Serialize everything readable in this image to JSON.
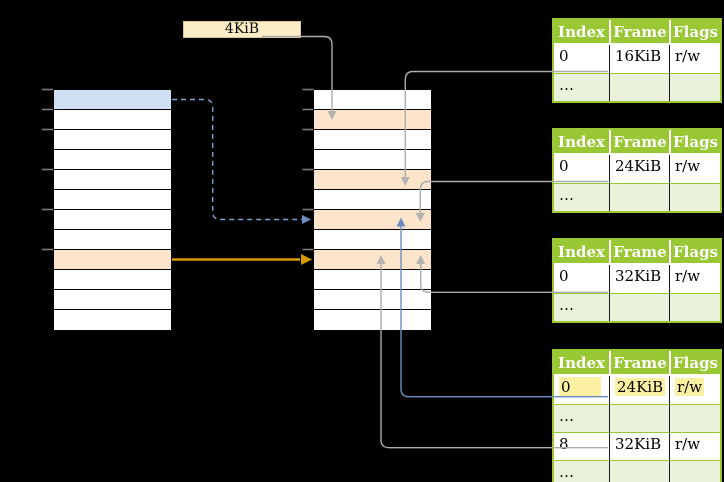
{
  "page_size_label": "4KiB",
  "tables": [
    {
      "headers": [
        "Index",
        "Frame",
        "Flags"
      ],
      "rows": [
        [
          "0",
          "16KiB",
          "r/w"
        ],
        [
          "…",
          "",
          ""
        ]
      ]
    },
    {
      "headers": [
        "Index",
        "Frame",
        "Flags"
      ],
      "rows": [
        [
          "0",
          "24KiB",
          "r/w"
        ],
        [
          "…",
          "",
          ""
        ]
      ]
    },
    {
      "headers": [
        "Index",
        "Frame",
        "Flags"
      ],
      "rows": [
        [
          "0",
          "32KiB",
          "r/w"
        ],
        [
          "…",
          "",
          ""
        ]
      ]
    },
    {
      "headers": [
        "Index",
        "Frame",
        "Flags"
      ],
      "rows": [
        [
          "0",
          "24KiB",
          "r/w"
        ],
        [
          "…",
          "",
          ""
        ],
        [
          "8",
          "32KiB",
          "r/w"
        ],
        [
          "…",
          "",
          ""
        ]
      ],
      "highlighted_row": 0
    }
  ],
  "colors": {
    "background": "#000000",
    "table_header_green": "#9AC834",
    "table_row_light_green": "#EBF2DC",
    "row_orange": "#FCE4CB",
    "row_blue": "#CFE0F5",
    "label_box_cream": "#FBEEC6",
    "highlight_yellow": "#FCF1A2",
    "arrow_orange": "#D79B00",
    "arrow_blue": "#6C8EBF",
    "arrow_blue_dashed": "#7FA0D6",
    "arrow_gray": "#ACACAC",
    "tick_gray": "#7A7A7A"
  }
}
